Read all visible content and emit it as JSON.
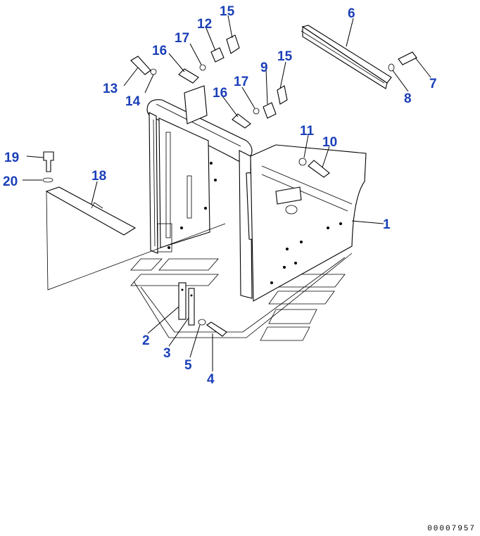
{
  "callouts": [
    {
      "id": "1",
      "label": "1"
    },
    {
      "id": "2",
      "label": "2"
    },
    {
      "id": "3",
      "label": "3"
    },
    {
      "id": "4",
      "label": "4"
    },
    {
      "id": "5",
      "label": "5"
    },
    {
      "id": "6",
      "label": "6"
    },
    {
      "id": "7",
      "label": "7"
    },
    {
      "id": "8",
      "label": "8"
    },
    {
      "id": "9",
      "label": "9"
    },
    {
      "id": "10",
      "label": "10"
    },
    {
      "id": "11",
      "label": "11"
    },
    {
      "id": "12",
      "label": "12"
    },
    {
      "id": "13",
      "label": "13"
    },
    {
      "id": "14",
      "label": "14"
    },
    {
      "id": "15a",
      "label": "15"
    },
    {
      "id": "15b",
      "label": "15"
    },
    {
      "id": "16a",
      "label": "16"
    },
    {
      "id": "16b",
      "label": "16"
    },
    {
      "id": "17a",
      "label": "17"
    },
    {
      "id": "17b",
      "label": "17"
    },
    {
      "id": "18",
      "label": "18"
    },
    {
      "id": "19",
      "label": "19"
    },
    {
      "id": "20",
      "label": "20"
    }
  ],
  "drawing_number": "00007957",
  "colors": {
    "callout": "#1a3fb8",
    "line": "#000000",
    "background": "#ffffff"
  }
}
